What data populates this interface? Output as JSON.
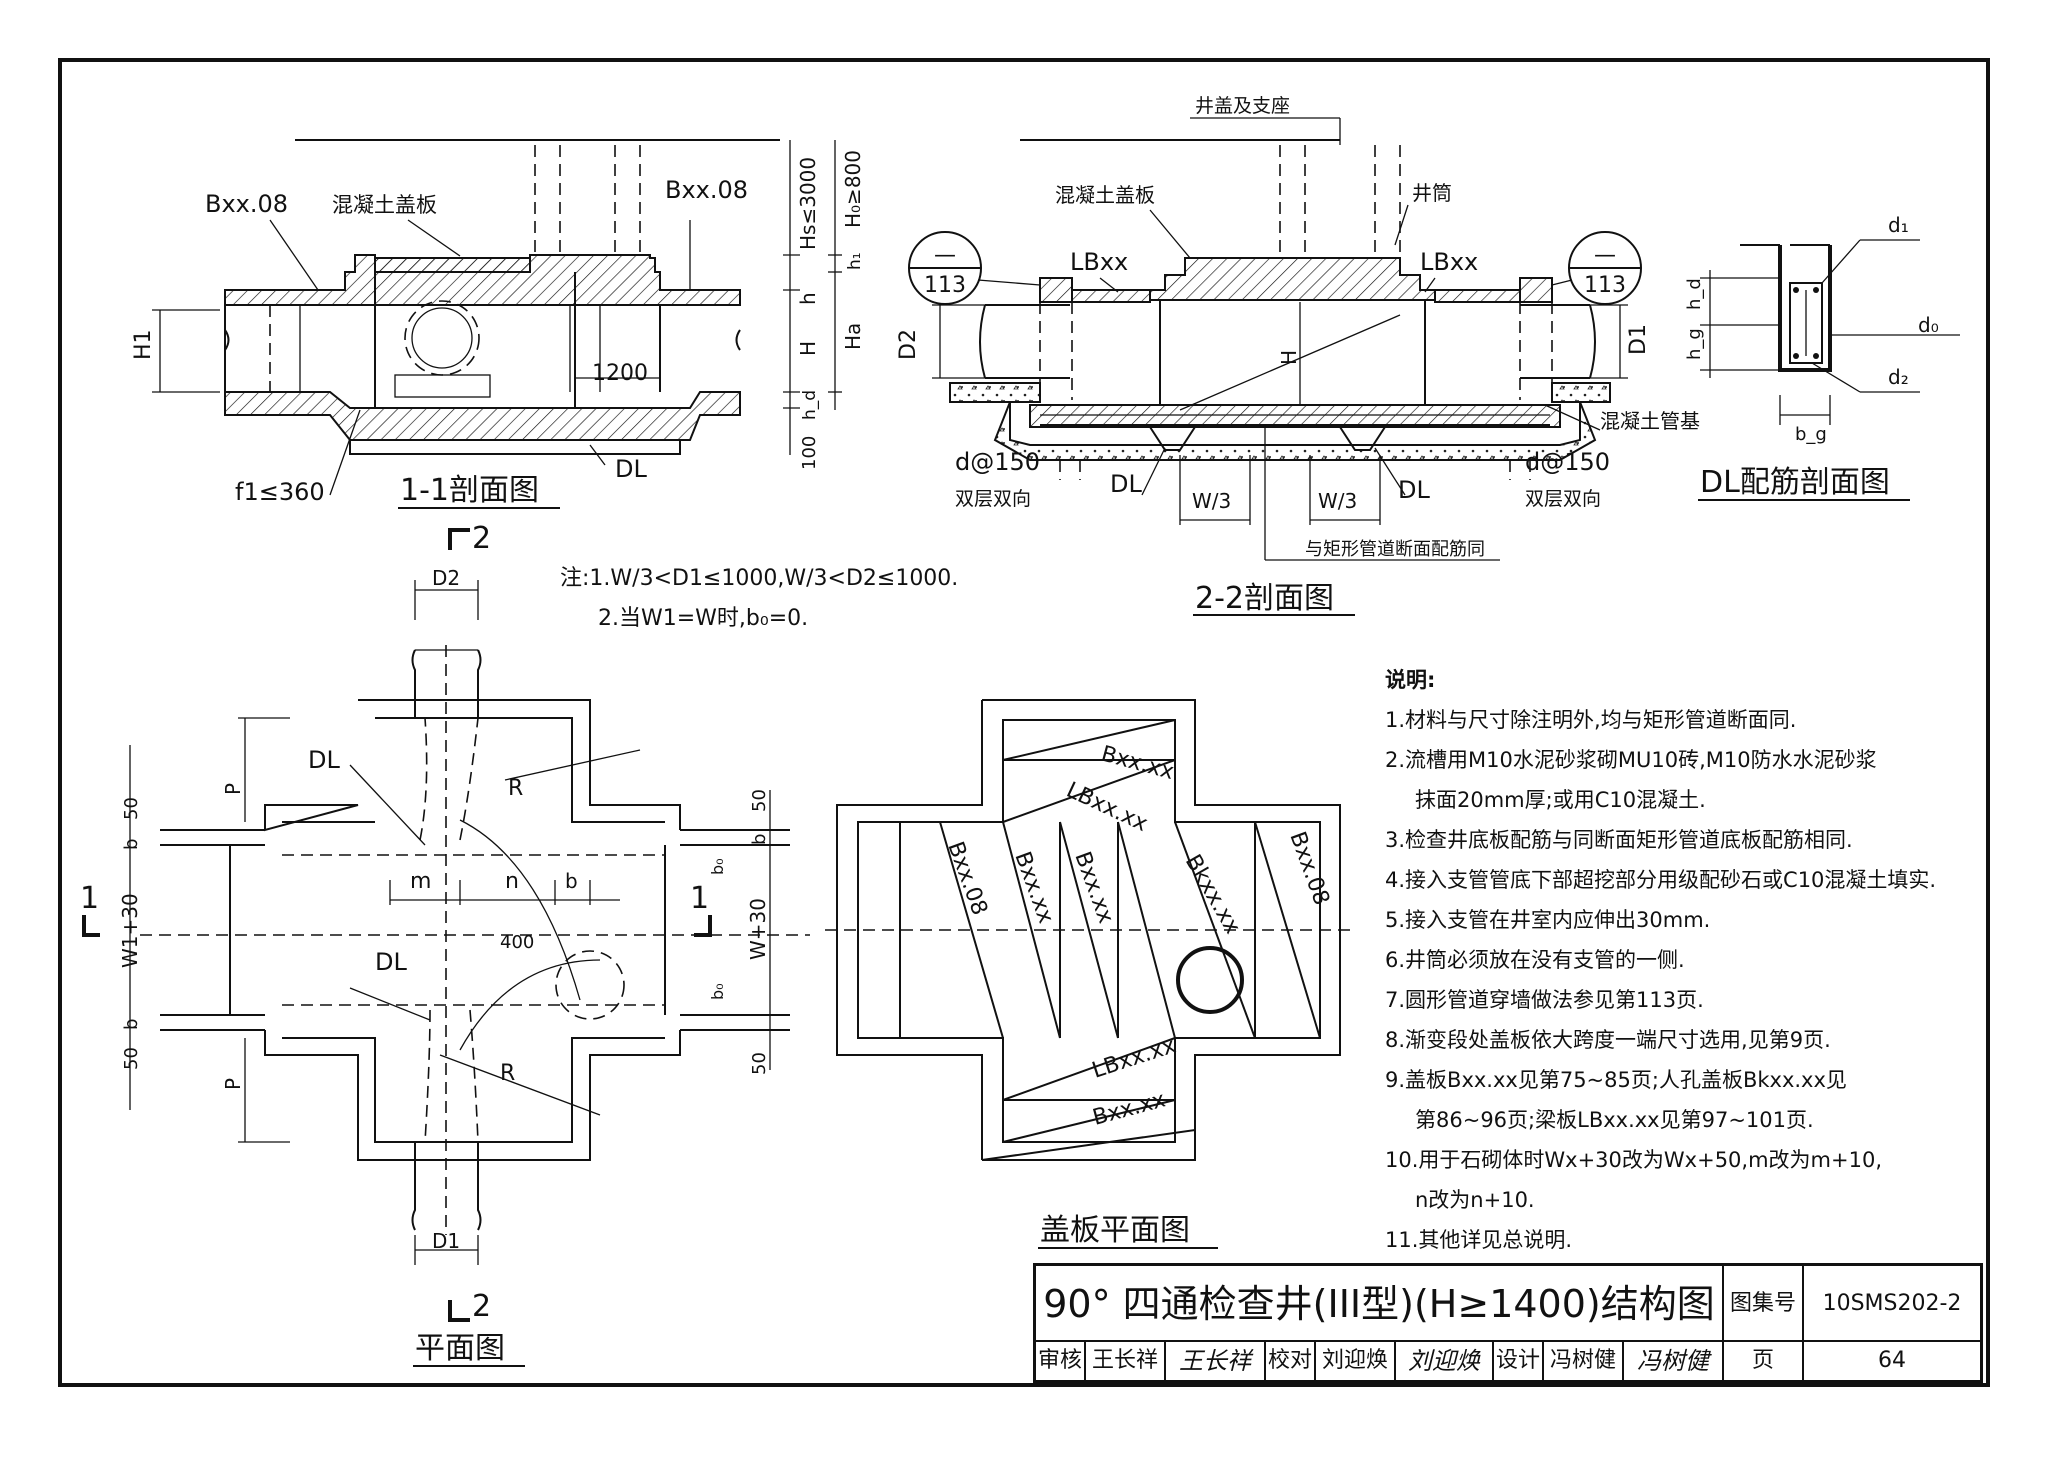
{
  "drawing": {
    "title": "90° 四通检查井(III型)(H≥1400)结构图",
    "atlas_label": "图集号",
    "atlas_no": "10SMS202-2",
    "review_label": "审核",
    "reviewer": "王长祥",
    "reviewer_sig": "王长祥",
    "check_label": "校对",
    "checker": "刘迎焕",
    "checker_sig": "刘迎焕",
    "design_label": "设计",
    "designer": "冯树健",
    "designer_sig": "冯树健",
    "page_label": "页",
    "page_no": "64"
  },
  "views": {
    "section_1_1": "1-1剖面图",
    "section_2_2": "2-2剖面图",
    "dl_rebar": "DL配筋剖面图",
    "plan": "平面图",
    "cover_plan": "盖板平面图"
  },
  "labels": {
    "bxx08": "Bxx.08",
    "concrete_cover": "混凝土盖板",
    "hs": "Hs≤3000",
    "h0": "H₀≥800",
    "h1_dim": "h₁",
    "h_dim": "h",
    "H_dim": "H",
    "Ha": "Ha",
    "hd": "h_d",
    "d100": "100",
    "H1": "H1",
    "dim1200": "1200",
    "f1": "f1≤360",
    "DL": "DL",
    "cover_seat": "井盖及支座",
    "shaft": "井筒",
    "lbxx": "LBxx",
    "ref_top": "—",
    "ref_no": "113",
    "D2": "D2",
    "D1": "D1",
    "pipe_base": "混凝土管基",
    "rebar": "d@150",
    "double": "双层双向",
    "w3": "W/3",
    "same_rebar": "与矩形管道断面配筋同",
    "dl_d1": "d₁",
    "dl_d0": "d₀",
    "dl_d2": "d₂",
    "dl_hd": "h_d",
    "dl_hg": "h_g",
    "dl_bg": "b_g",
    "sec2": "2",
    "sec1": "1",
    "P": "P",
    "b": "b",
    "d50": "50",
    "W1_30": "W1+30",
    "W_30": "W+30",
    "b0": "b₀",
    "m": "m",
    "n": "n",
    "R": "R",
    "d400": "400",
    "bxxxx": "Bxx.xx",
    "lbxxxx": "LBxx.xx",
    "bkxxxx": "Bkxx.xx"
  },
  "note": {
    "line1": "注:1.W/3<D1≤1000,W/3<D2≤1000.",
    "line2": "2.当W1=W时,b₀=0."
  },
  "notes": {
    "heading": "说明:",
    "items": [
      "1.材料与尺寸除注明外,均与矩形管道断面同.",
      "2.流槽用M10水泥砂浆砌MU10砖,M10防水水泥砂浆",
      "抹面20mm厚;或用C10混凝土.",
      "3.检查井底板配筋与同断面矩形管道底板配筋相同.",
      "4.接入支管管底下部超挖部分用级配砂石或C10混凝土填实.",
      "5.接入支管在井室内应伸出30mm.",
      "6.井筒必须放在没有支管的一侧.",
      "7.圆形管道穿墙做法参见第113页.",
      "8.渐变段处盖板依大跨度一端尺寸选用,见第9页.",
      "9.盖板Bxx.xx见第75~85页;人孔盖板Bkxx.xx见",
      "第86~96页;梁板LBxx.xx见第97~101页.",
      "10.用于石砌体时Wx+30改为Wx+50,m改为m+10,",
      "n改为n+10.",
      "11.其他详见总说明."
    ]
  }
}
